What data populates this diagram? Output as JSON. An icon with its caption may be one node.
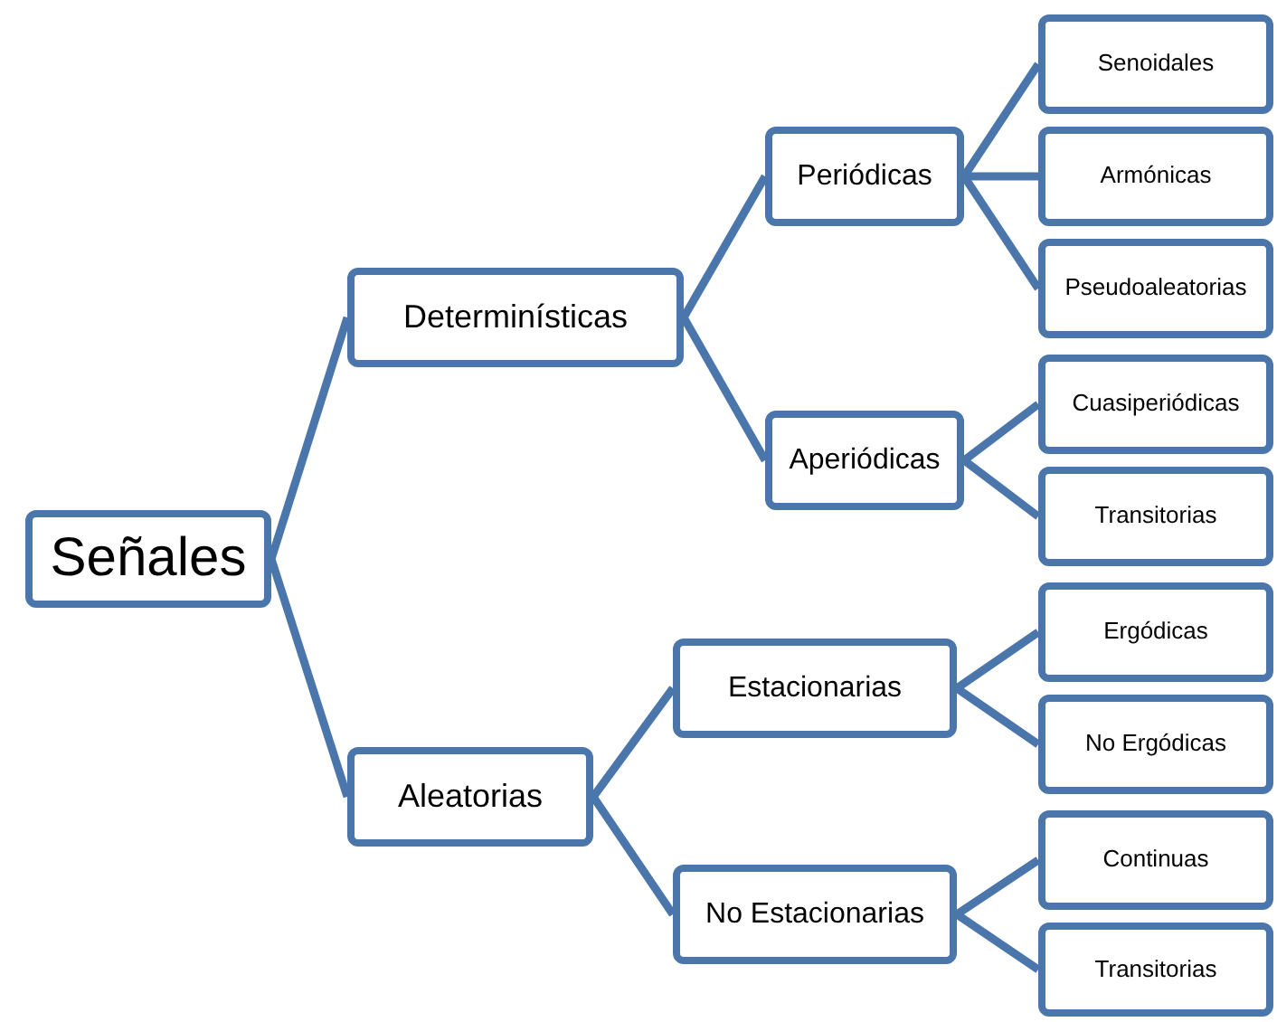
{
  "diagram": {
    "nodes": [
      {
        "text": [
          "Señales"
        ]
      },
      {
        "text": [
          "Determinísticas"
        ]
      },
      {
        "text": [
          "Aleatorias"
        ]
      },
      {
        "text": [
          "Periódicas"
        ]
      },
      {
        "text": [
          "Aperiódicas"
        ]
      },
      {
        "text": [
          "Estacionarias"
        ]
      },
      {
        "text": [
          "No Estacionarias"
        ]
      },
      {
        "text": [
          "Senoidales"
        ]
      },
      {
        "text": [
          "Armónicas"
        ]
      },
      {
        "text": [
          "Pseudoaleatorias"
        ]
      },
      {
        "text": [
          "Cuasiperiódicas"
        ]
      },
      {
        "text": [
          "Transitorias"
        ]
      },
      {
        "text": [
          "Ergódicas"
        ]
      },
      {
        "text": [
          "No Ergódicas"
        ]
      },
      {
        "text": [
          "Continuas"
        ]
      },
      {
        "text": [
          "Transitorias"
        ]
      }
    ],
    "edges": [
      {
        "from": 0,
        "to": 1,
        "arrow": "none"
      },
      {
        "from": 0,
        "to": 2,
        "arrow": "none"
      },
      {
        "from": 1,
        "to": 3,
        "arrow": "none"
      },
      {
        "from": 1,
        "to": 4,
        "arrow": "none"
      },
      {
        "from": 2,
        "to": 5,
        "arrow": "none"
      },
      {
        "from": 2,
        "to": 6,
        "arrow": "none"
      },
      {
        "from": 3,
        "to": 7,
        "arrow": "none"
      },
      {
        "from": 3,
        "to": 8,
        "arrow": "none"
      },
      {
        "from": 3,
        "to": 9,
        "arrow": "none"
      },
      {
        "from": 4,
        "to": 10,
        "arrow": "none"
      },
      {
        "from": 4,
        "to": 11,
        "arrow": "none"
      },
      {
        "from": 5,
        "to": 12,
        "arrow": "none"
      },
      {
        "from": 5,
        "to": 13,
        "arrow": "none"
      },
      {
        "from": 6,
        "to": 14,
        "arrow": "none"
      },
      {
        "from": 6,
        "to": 15,
        "arrow": "none"
      }
    ]
  }
}
